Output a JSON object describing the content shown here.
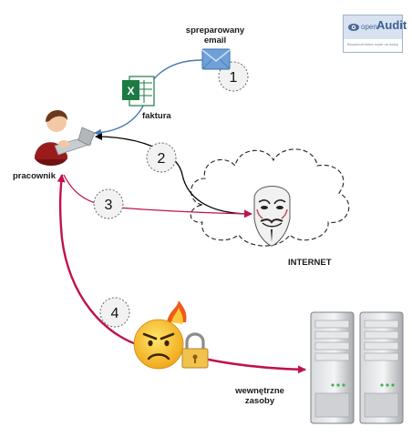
{
  "labels": {
    "email": [
      "spreparowany",
      "email"
    ],
    "invoice": "faktura",
    "employee": "pracownik",
    "internet": "INTERNET",
    "resources": [
      "wewnętrzne",
      "zasoby"
    ]
  },
  "logo": {
    "open": "open",
    "audit": "Audit",
    "tagline": "Bezpieczeństwo szyte na miarę"
  },
  "steps": [
    "1",
    "2",
    "3",
    "4"
  ],
  "icons": {
    "email": "envelope-icon",
    "invoice": "excel-file-icon",
    "employee": "person-with-laptop-icon",
    "hacker": "anonymous-mask-icon",
    "internet": "cloud-icon",
    "attacker": "angry-face-icon",
    "lock": "padlock-icon",
    "servers": "server-icon"
  },
  "colors": {
    "email_arrow": "#4a7ab5",
    "attack_arrow": "#c0124a",
    "link_arrow": "#000000",
    "excel": "#1d7a45"
  }
}
